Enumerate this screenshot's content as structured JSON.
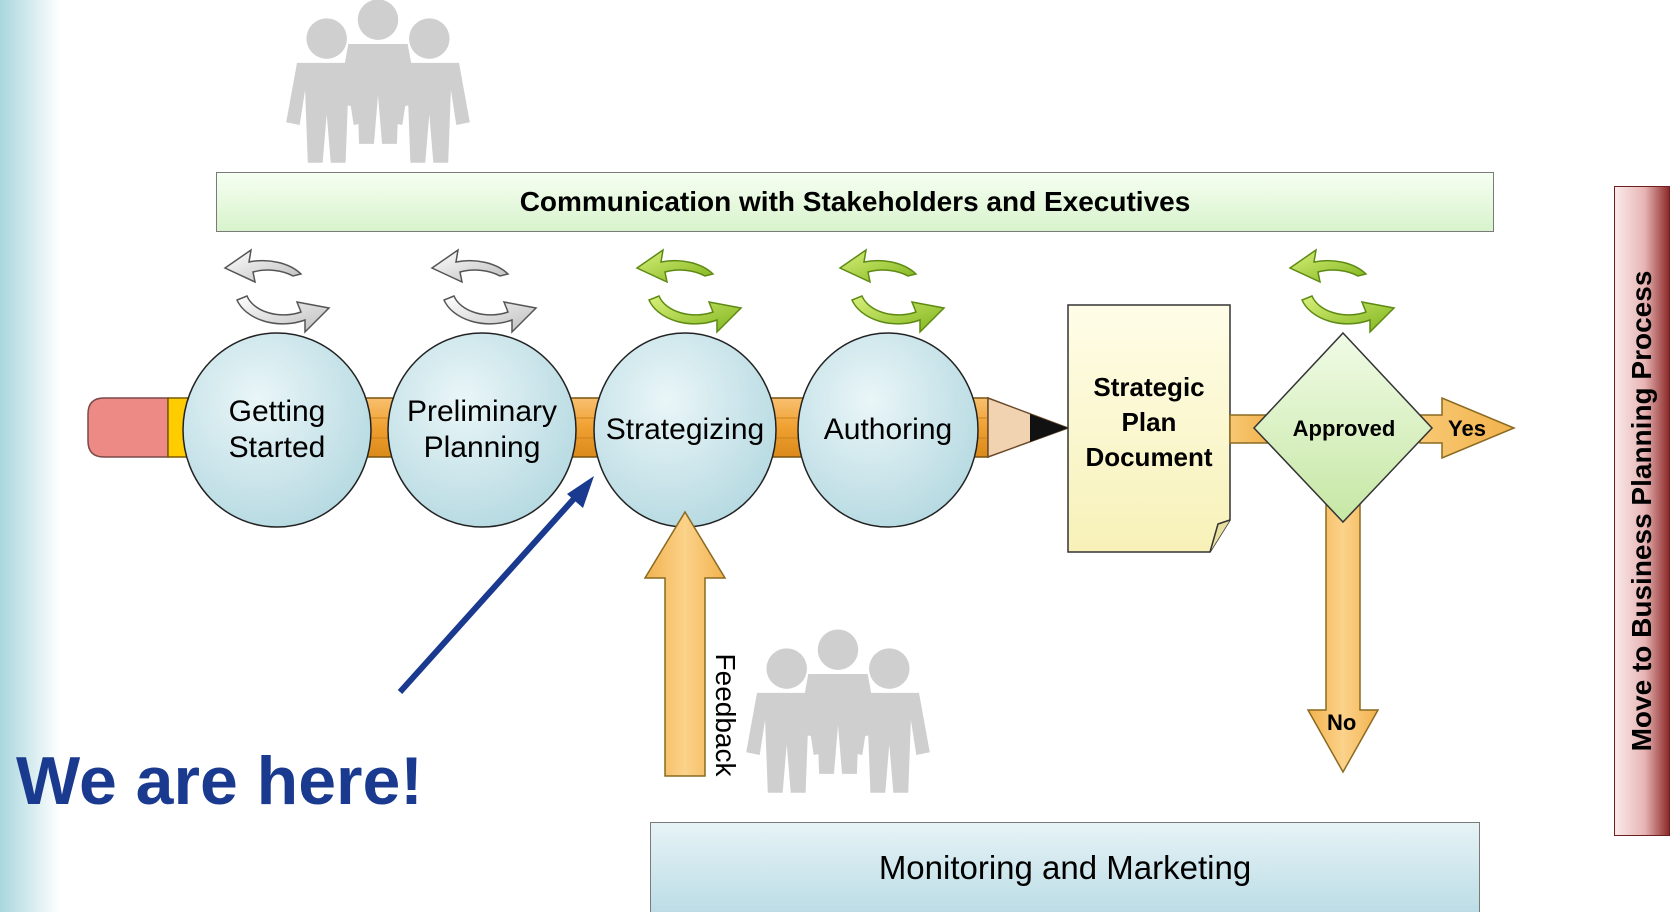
{
  "communication_bar": "Communication with Stakeholders and Executives",
  "stages": [
    {
      "line1": "Getting",
      "line2": "Started"
    },
    {
      "line1": "Preliminary",
      "line2": "Planning"
    },
    {
      "line1": "Strategizing",
      "line2": ""
    },
    {
      "line1": "Authoring",
      "line2": ""
    }
  ],
  "document": {
    "line1": "Strategic",
    "line2": "Plan",
    "line3": "Document"
  },
  "decision": {
    "label": "Approved",
    "yes": "Yes",
    "no": "No"
  },
  "feedback": "Feedback",
  "monitoring_bar": "Monitoring and Marketing",
  "next_step": "Move to Business Planning Process",
  "pointer_text": "We are here!",
  "colors": {
    "pointer_text": "#1a3a8f",
    "pointer_arrow": "#1a3a8f",
    "stage_fill": "#cde6ec",
    "pencil_body": "#f0a030",
    "pencil_eraser": "#ee8a86",
    "cycle_active": "#9ccc2a",
    "cycle_inactive": "#c8c8c8",
    "people_icon": "#cfcfcf"
  }
}
